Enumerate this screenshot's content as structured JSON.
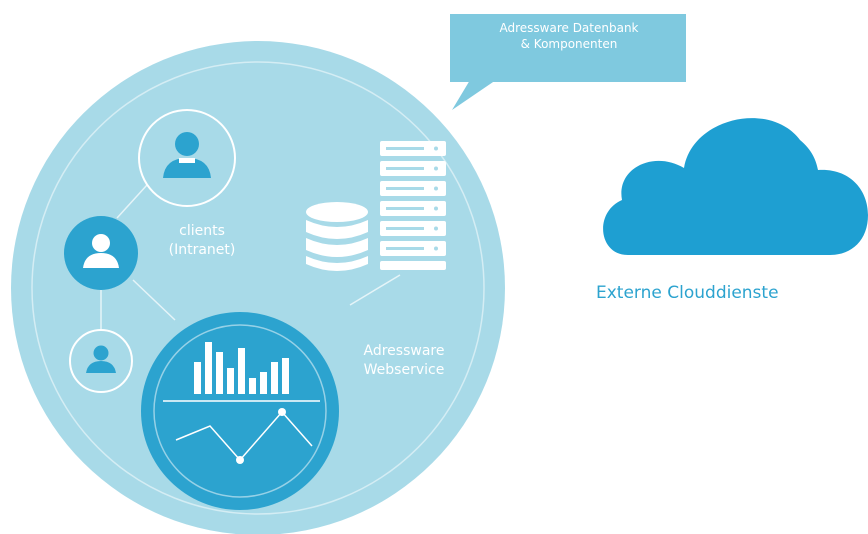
{
  "callout": {
    "line1": "Adressware Datenbank",
    "line2": "& Komponenten"
  },
  "clients": {
    "line1": "clients",
    "line2": "(Intranet)"
  },
  "webservice": {
    "line1": "Adressware",
    "line2": "Webservice"
  },
  "cloud": {
    "label": "Externe Clouddienste"
  },
  "colors": {
    "big_circle": "#a8dae8",
    "accent": "#2ca3cf",
    "callout_box": "#7fc9df",
    "white": "#ffffff"
  },
  "icons": [
    "user-icon",
    "database-icon",
    "server-rack-icon",
    "bar-chart-icon",
    "line-chart-icon",
    "cloud-icon"
  ]
}
